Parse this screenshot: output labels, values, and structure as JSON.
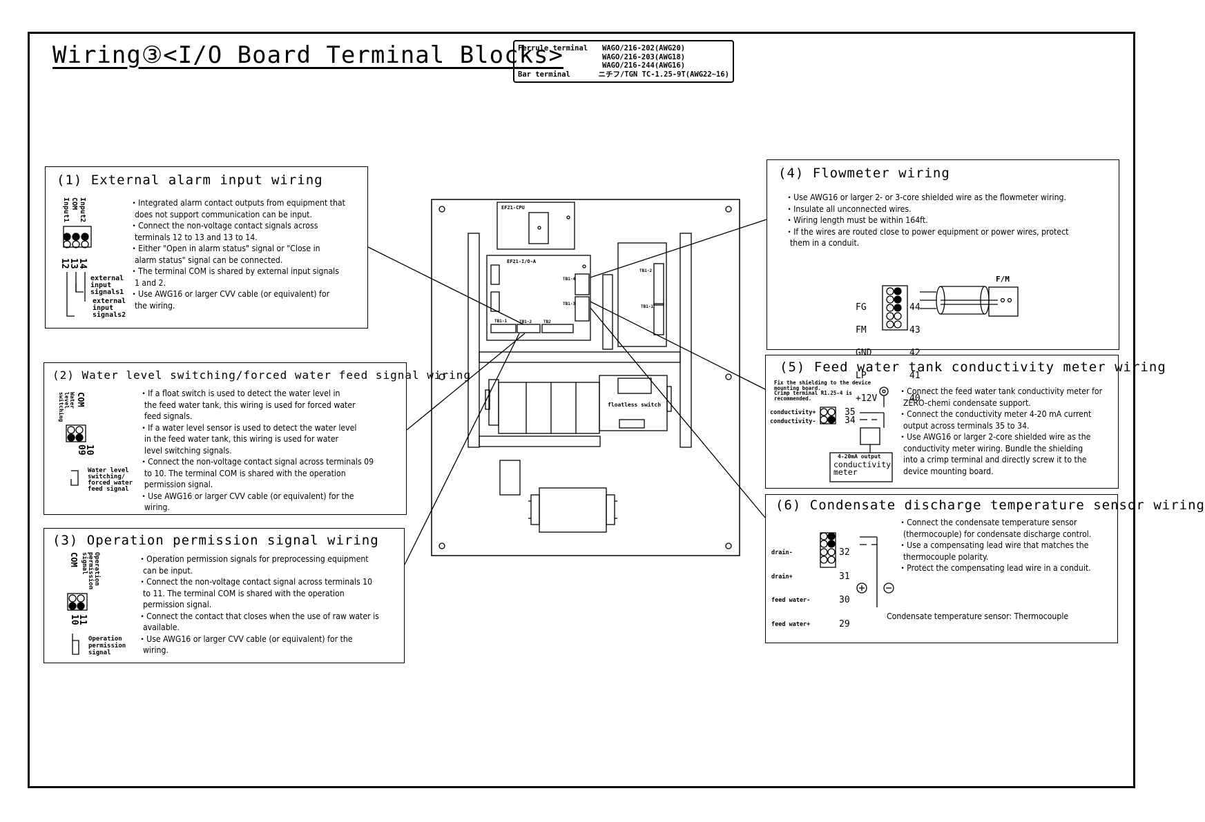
{
  "title": "Wiring③<I/O Board Terminal Blocks>",
  "legend": {
    "rows": [
      {
        "label": "Ferrule terminal",
        "value": "WAGO/216-202(AWG20)"
      },
      {
        "label": "",
        "value": "WAGO/216-203(AWG18)"
      },
      {
        "label": "",
        "value": "WAGO/216-244(AWG16)"
      },
      {
        "label": "Bar terminal",
        "value": "ニチフ/TGN TC-1.25-9T(AWG22~16)"
      }
    ]
  },
  "sections": {
    "s1": {
      "heading": "(1) External alarm input wiring",
      "body": "・Integrated alarm contact outputs from equipment that\n  does not support communication can be input.\n・Connect the non-voltage contact signals across\n  terminals 12 to 13 and 13 to 14.\n・Either \"Open in alarm status\" signal or \"Close in\n  alarm status\" signal can be connected.\n・The terminal COM is shared by external input signals\n  1 and 2.\n・Use AWG16 or larger CVV cable (or equivalent) for\n  the wiring.",
      "labels": {
        "input1": "Input1",
        "com": "COM",
        "input2": "Input2",
        "t12": "12",
        "t13": "13",
        "t14": "14",
        "sig1": "external\ninput\nsignals1",
        "sig2": "external\ninput\nsignals2"
      }
    },
    "s2": {
      "heading": "(2) Water level switching/forced water feed signal wiring",
      "body": "・If a float switch is used to detect the water level in\n  the feed water tank, this wiring is used for forced water\n  feed signals.\n・If a water level sensor is used to detect the water level\n  in the feed water tank, this wiring is used for water\n  level switching signals.\n・Connect the non-voltage contact signal across terminals 09\n  to 10. The terminal COM is shared with the operation\n  permission signal.\n・Use AWG16 or larger CVV cable (or equivalent) for the\n  wiring.",
      "labels": {
        "com": "COM",
        "wls": "Water\nlevel\nswitching",
        "t09": "09",
        "t10": "10",
        "sig": "Water level\nswitching/\nforced water\nfeed signal"
      }
    },
    "s3": {
      "heading": "(3) Operation permission signal wiring",
      "body": "・Operation permission signals for preprocessing equipment\n  can be input.\n・Connect the non-voltage contact signal across terminals 10\n  to 11. The terminal COM is shared with the operation\n  permission signal.\n・Connect the contact that closes when the use of raw water is\n  available.\n・Use AWG16 or larger CVV cable (or equivalent) for the\n  wiring.",
      "labels": {
        "com": "COM",
        "ops": "Operation\npermission\nsignal",
        "t10": "10",
        "t11": "11",
        "sig": "Operation\npermission\nsignal"
      }
    },
    "s4": {
      "heading": "(4) Flowmeter wiring",
      "body": "・Use AWG16 or larger 2- or 3-core shielded wire as the flowmeter wiring.\n・Insulate all unconnected wires.\n・Wiring length must be within 164ft.\n・If the wires are routed close to power equipment or power wires, protect\n  them in a conduit.",
      "labels": {
        "terms": [
          "FG",
          "FM",
          "GND",
          "LP",
          "+12V"
        ],
        "nums": [
          "44",
          "43",
          "42",
          "41",
          "40"
        ],
        "fm": "F/M"
      }
    },
    "s5": {
      "heading": "(5) Feed water tank conductivity meter wiring",
      "body": "・Connect the feed water tank conductivity meter for\n  ZERO-chemi condensate support.\n・Connect the conductivity meter 4-20 mA current\n  output across terminals 35 to 34.\n・Use AWG16 or larger 2-core shielded wire as the\n  conductivity meter wiring. Bundle the shielding\n  into a crimp terminal and directly screw it to the\n  device mounting board.",
      "labels": {
        "note": "Fix the shielding to the device\nmounting board.\nCrimp terminal R1.25-4 is\nrecommended.",
        "cplus": "conductivity+",
        "cminus": "conductivity-",
        "t35": "35",
        "t34": "34",
        "out": "4-20mA output",
        "meter": "conductivity\nmeter"
      }
    },
    "s6": {
      "heading": "(6) Condensate discharge temperature sensor wiring",
      "body": "・Connect the condensate temperature sensor\n  (thermocouple) for condensate discharge control.\n・Use a compensating lead wire that matches the\n  thermocouple polarity.\n・Protect the compensating lead wire in a conduit.",
      "labels": {
        "terms": [
          "drain-",
          "drain+",
          "feed water-",
          "feed water+"
        ],
        "nums": [
          "32",
          "31",
          "30",
          "29"
        ],
        "sensor": "Condensate temperature sensor: Thermocouple"
      }
    }
  },
  "panel": {
    "cpu": "EF21-CPU",
    "io": "EF21-I/O-A",
    "tb1_1": "TB1-1",
    "tb1_2": "TB1-2",
    "tb2": "TB2",
    "tb1_4": "TB1-4",
    "tb1_3": "TB1-3",
    "right_tb": "TB1-2",
    "right_tb2": "TB1-1",
    "floatless": "floatless switch"
  }
}
